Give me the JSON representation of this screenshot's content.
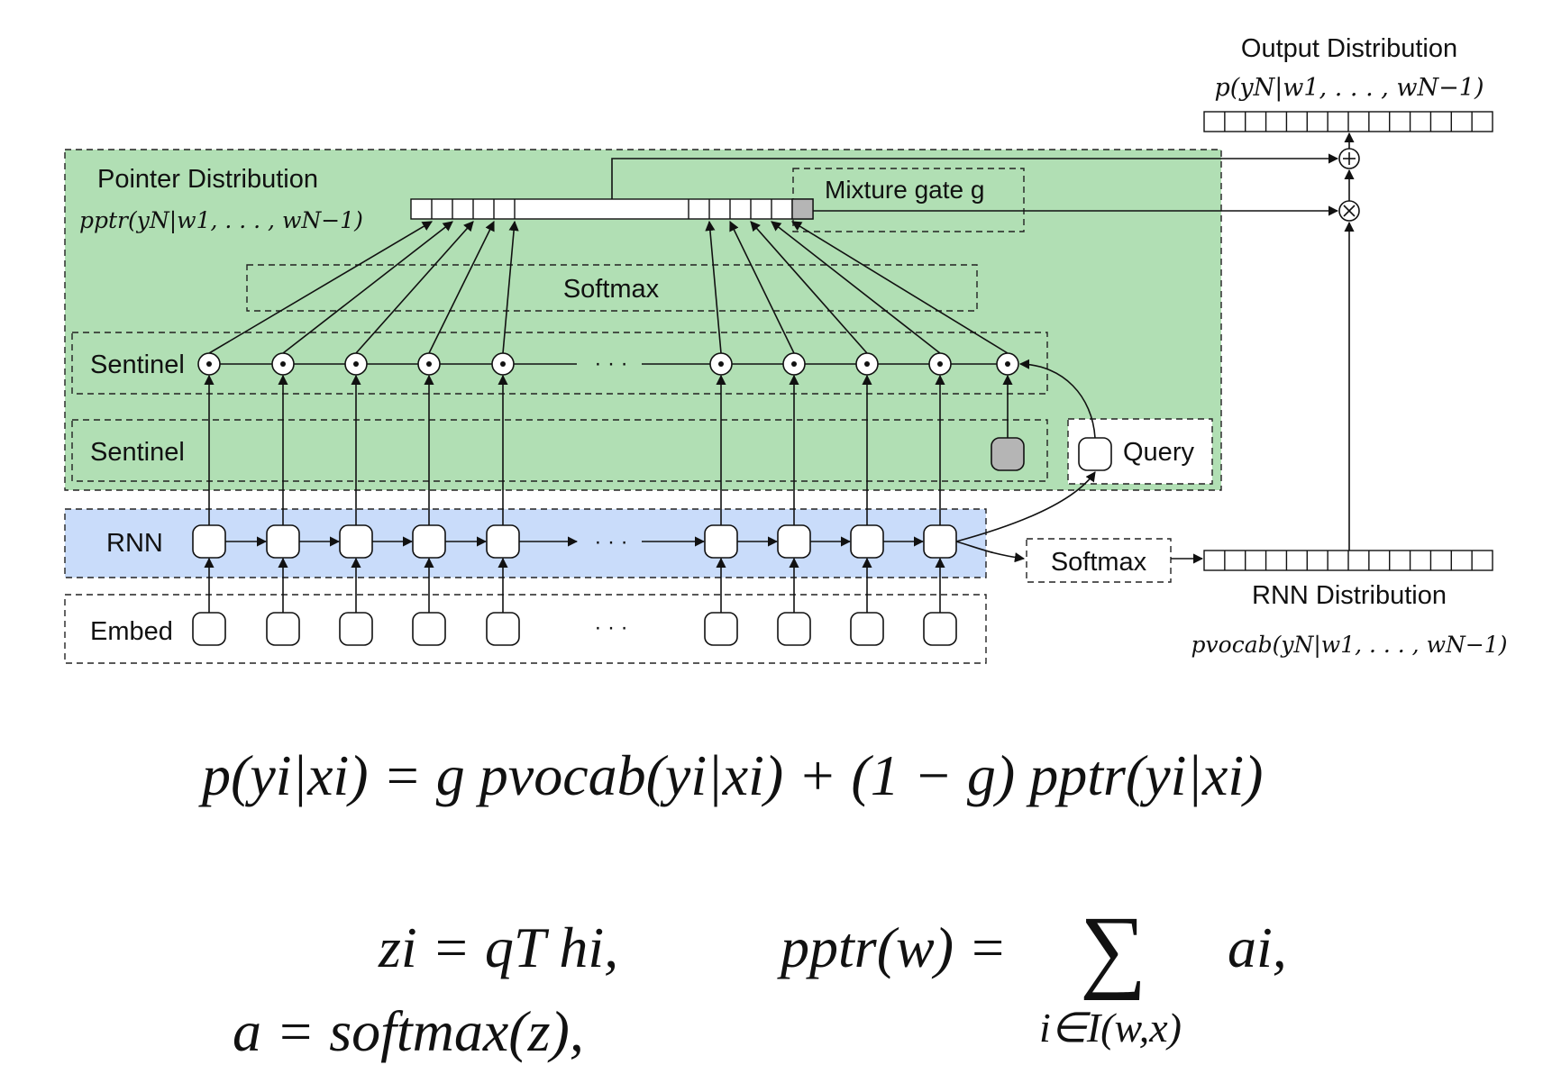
{
  "labels": {
    "output_title": "Output Distribution",
    "output_formula": "p(yN|w1, . . . , wN−1)",
    "pointer_title": "Pointer Distribution",
    "pointer_formula": "pptr(yN|w1, . . . , wN−1)",
    "mixture_gate": "Mixture gate g",
    "softmax_top": "Softmax",
    "sentinel_dot": "Sentinel",
    "sentinel": "Sentinel",
    "query": "Query",
    "rnn": "RNN",
    "embed": "Embed",
    "softmax_rnn": "Softmax",
    "rnn_dist_title": "RNN Distribution",
    "rnn_dist_formula": "pvocab(yN|w1, . . . , wN−1)",
    "ellipsis": "· · ·",
    "small_ellipsis": "···"
  },
  "equations": {
    "eq1": "p(yi|xi) = g pvocab(yi|xi) + (1 − g) pptr(yi|xi)",
    "eq2a": "zi = qT hi,",
    "eq2b": "pptr(w) =",
    "eq2sum": "∑",
    "eq2sub": "i∈I(w,x)",
    "eq2c": "ai,",
    "eq3": "a = softmax(z),"
  },
  "colors": {
    "pointer_region": "#b1dfb4",
    "rnn_region": "#c9dcfa",
    "gate_cell": "#b5b5b5",
    "sentinel_cell": "#b5b5b5"
  }
}
